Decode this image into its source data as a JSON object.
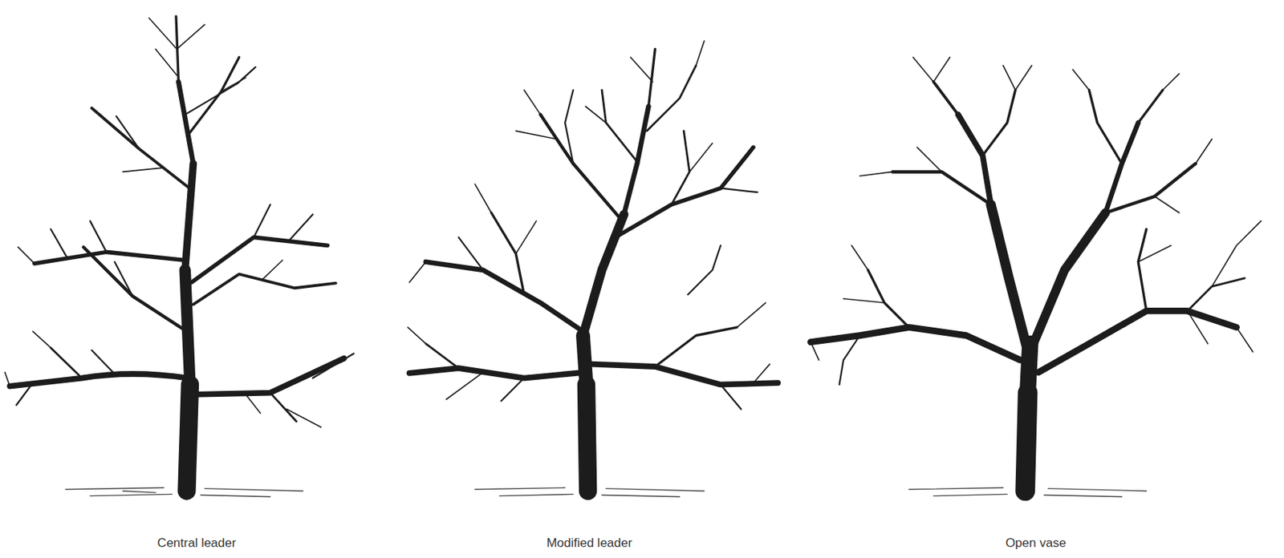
{
  "diagram": {
    "labels": [
      "Central leader",
      "Modified leader",
      "Open vase"
    ]
  }
}
